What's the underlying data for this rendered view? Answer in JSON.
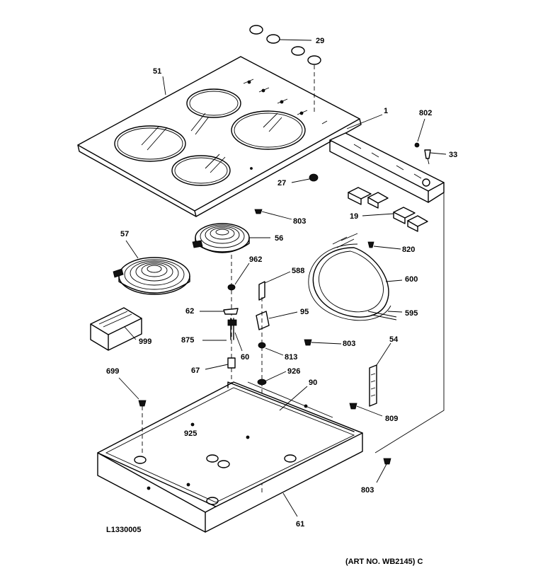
{
  "labels": {
    "p29": "29",
    "p51": "51",
    "p1": "1",
    "p802": "802",
    "p33": "33",
    "p27": "27",
    "p803a": "803",
    "p19": "19",
    "p57": "57",
    "p56": "56",
    "p820": "820",
    "p962": "962",
    "p588": "588",
    "p600": "600",
    "p62": "62",
    "p95": "95",
    "p595": "595",
    "p999": "999",
    "p875": "875",
    "p60": "60",
    "p803b": "803",
    "p813": "813",
    "p54": "54",
    "p699": "699",
    "p67": "67",
    "p926": "926",
    "p90": "90",
    "p809": "809",
    "p925": "925",
    "p803c": "803",
    "p61": "61"
  },
  "captions": {
    "drawing_id": "L1330005",
    "art_no": "(ART NO. WB2145) C"
  }
}
